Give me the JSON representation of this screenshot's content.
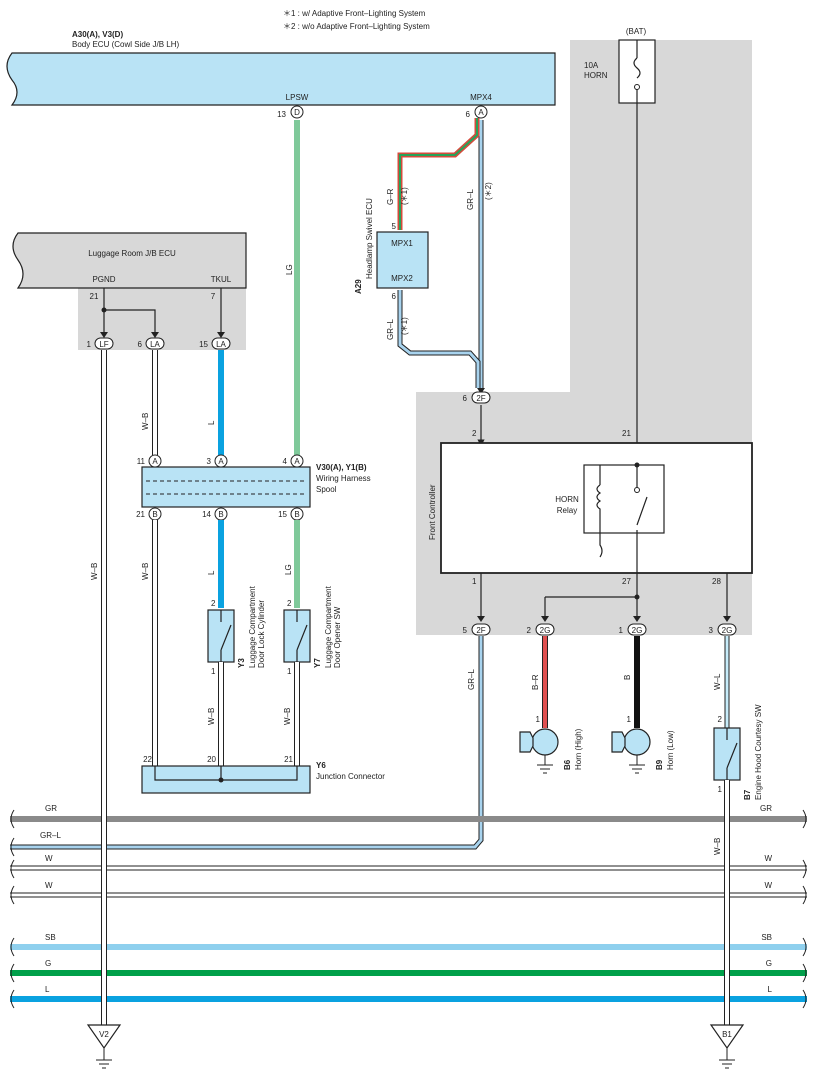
{
  "notes": {
    "n1": "＊1 : w/ Adaptive Front–Lighting System",
    "n2": "＊2 : w/o Adaptive Front–Lighting System"
  },
  "body_ecu": {
    "code": "A30(A), V3(D)",
    "name": "Body ECU (Cowl Side J/B LH)",
    "pin_lpsw_label": "LPSW",
    "pin_lpsw_num": "13",
    "pin_lpsw_conn": "D",
    "pin_mpx4_label": "MPX4",
    "pin_mpx4_num": "6",
    "pin_mpx4_conn": "A"
  },
  "bat": {
    "label": "(BAT)",
    "fuse": "10A",
    "fuse_name": "HORN"
  },
  "luggage_ecu": {
    "name": "Luggage Room J/B ECU",
    "pgnd": "PGND",
    "tkul": "TKUL",
    "pin21": "21",
    "pin7": "7",
    "c1_num": "1",
    "c1": "LF",
    "c2_num": "6",
    "c2": "LA",
    "c3_num": "15",
    "c3": "LA"
  },
  "headlamp_ecu": {
    "code": "A29",
    "name": "Headlamp Swivel ECU",
    "mpx1": "MPX1",
    "mpx2": "MPX2",
    "pin5": "5",
    "pin6": "6",
    "wire_top": "G–R",
    "wire_top_note": "(＊1)",
    "wire_bot": "GR–L",
    "wire_bot_note": "(＊1)"
  },
  "wires": {
    "lg": "LG",
    "gr_l": "GR–L",
    "gr_l_note": "(＊2)",
    "wb": "W–B",
    "l": "L",
    "b_r": "B–R",
    "b": "B",
    "w_l": "W–L"
  },
  "spool": {
    "code": "V30(A), Y1(B)",
    "name1": "Wiring Harness",
    "name2": "Spool",
    "top_pins": [
      "11",
      "3",
      "4"
    ],
    "top_conn": "A",
    "bot_pins": [
      "21",
      "14",
      "15"
    ],
    "bot_conn": "B"
  },
  "front_controller": {
    "name": "Front Controller",
    "relay1": "HORN",
    "relay2": "Relay",
    "pin2": "2",
    "pin21": "21",
    "pin1": "1",
    "pin27": "27",
    "pin28": "28",
    "c2f_top_num": "6",
    "c2f": "2F",
    "c2f_bot_num": "5",
    "c2g_a_num": "2",
    "c2g": "2G",
    "c2g_b_num": "1",
    "c2g_c_num": "3"
  },
  "y3": {
    "code": "Y3",
    "name1": "Luggage Compartment",
    "name2": "Door Lock Cylinder",
    "p2": "2",
    "p1": "1"
  },
  "y7": {
    "code": "Y7",
    "name1": "Luggage Compartment",
    "name2": "Door Opener SW",
    "p2": "2",
    "p1": "1"
  },
  "y6": {
    "code": "Y6",
    "name": "Junction Connector",
    "p22": "22",
    "p20": "20",
    "p21": "21"
  },
  "b6": {
    "code": "B6",
    "name": "Horn (High)",
    "p1": "1"
  },
  "b9": {
    "code": "B9",
    "name": "Horn (Low)",
    "p1": "1"
  },
  "b7": {
    "code": "B7",
    "name": "Engine Hood Courtesy SW",
    "p2": "2",
    "p1": "1"
  },
  "buses": [
    {
      "label": "GR",
      "color": "#8a8a8a"
    },
    {
      "label": "GR–L",
      "color": "#9ecbe8"
    },
    {
      "label": "W",
      "color": "#ffffff"
    },
    {
      "label": "W",
      "color": "#ffffff"
    },
    {
      "label": "SB",
      "color": "#8fd0ee"
    },
    {
      "label": "G",
      "color": "#00a04a"
    },
    {
      "label": "L",
      "color": "#0aa2e0"
    }
  ],
  "grounds": {
    "v2": "V2",
    "b1": "B1"
  }
}
